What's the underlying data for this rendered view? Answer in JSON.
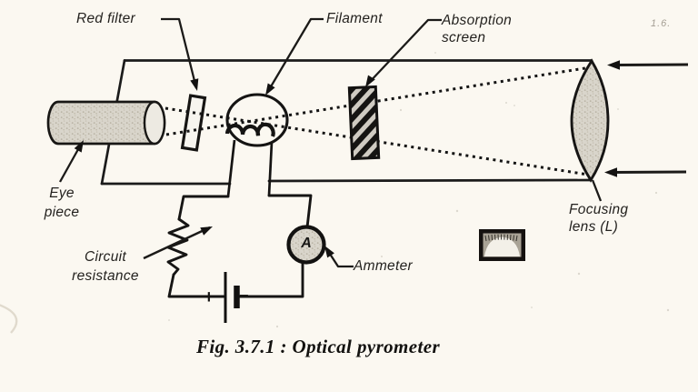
{
  "figure": {
    "caption": "Fig. 3.7.1 : Optical pyrometer",
    "corner_note": "1.6.",
    "labels": {
      "red_filter": "Red filter",
      "filament": "Filament",
      "absorption_line1": "Absorption",
      "absorption_line2": "screen",
      "eye_line1": "Eye",
      "eye_line2": "piece",
      "resistance_line1": "Circuit",
      "resistance_line2": "resistance",
      "ammeter": "Ammeter",
      "focusing_line1": "Focusing",
      "focusing_line2": "lens (L)"
    },
    "symbols": {
      "ammeter_letter": "A",
      "battery_plus": "+",
      "battery_minus": "−"
    },
    "colors": {
      "ink": "#1b1b1b",
      "paper": "#fbf8f1",
      "component_gray": "#d7d3c9"
    }
  }
}
